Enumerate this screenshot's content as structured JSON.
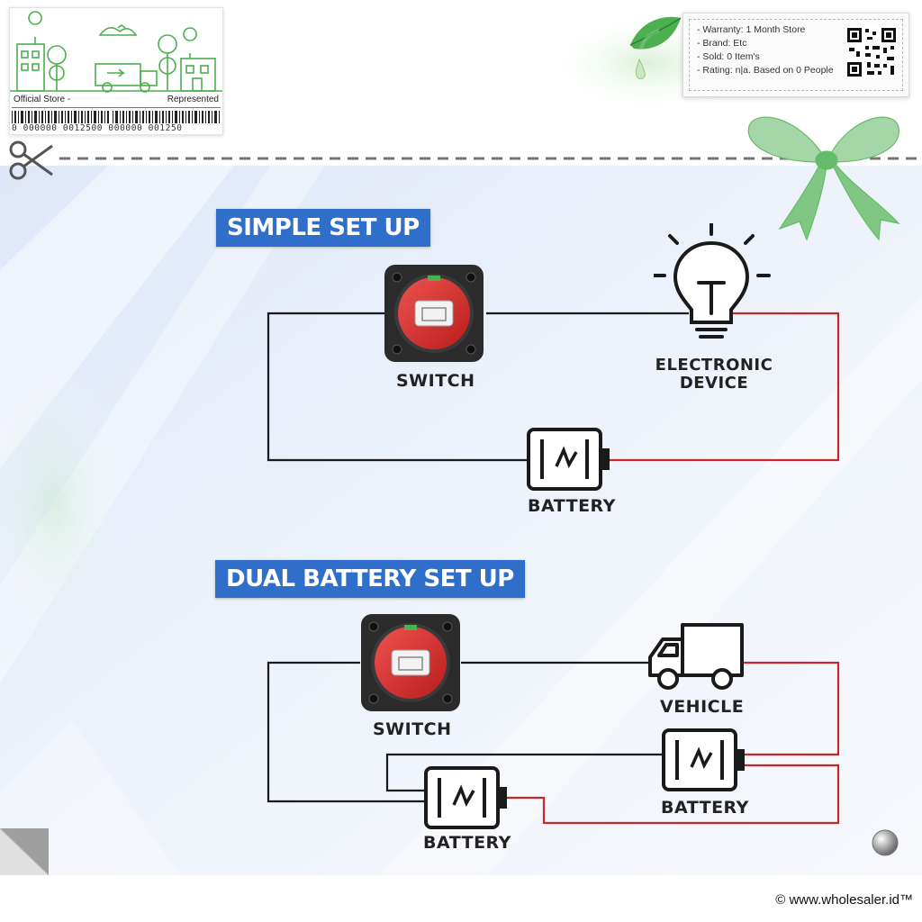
{
  "store": {
    "label_left": "Official Store -",
    "label_right": "Represented",
    "barcode_number": "0 000000 0012500 000000 001250"
  },
  "product_info": {
    "lines": [
      "- Warranty: 1 Month Store",
      "- Brand: Etc",
      "- Sold: 0 Item's",
      "- Rating: n|a. Based on 0 People"
    ]
  },
  "simple_setup": {
    "title": "SIMPLE SET UP",
    "switch_label": "SWITCH",
    "device_label_line1": "ELECTRONIC",
    "device_label_line2": "DEVICE",
    "battery_label": "BATTERY"
  },
  "dual_setup": {
    "title": "DUAL BATTERY SET UP",
    "switch_label": "SWITCH",
    "vehicle_label": "VEHICLE",
    "battery_right_label": "BATTERY",
    "battery_left_label": "BATTERY"
  },
  "colors": {
    "banner_bg": "#2f6fc9",
    "wire_black": "#1a1a1a",
    "wire_red": "#c62828",
    "switch_red": "#d32f2f",
    "switch_base": "#2b2b2b",
    "accent_green": "#4caf50"
  },
  "icons": {
    "scissors": "scissors-icon",
    "bow": "ribbon-bow-icon",
    "leaf": "leaf-icon",
    "qr": "qr-code-icon",
    "bulb": "light-bulb-icon",
    "truck": "truck-icon",
    "battery": "battery-icon",
    "switch": "battery-switch-icon",
    "page_curl": "page-curl-icon",
    "pin": "metal-pin-icon"
  },
  "copyright": "© www.wholesaler.id™"
}
